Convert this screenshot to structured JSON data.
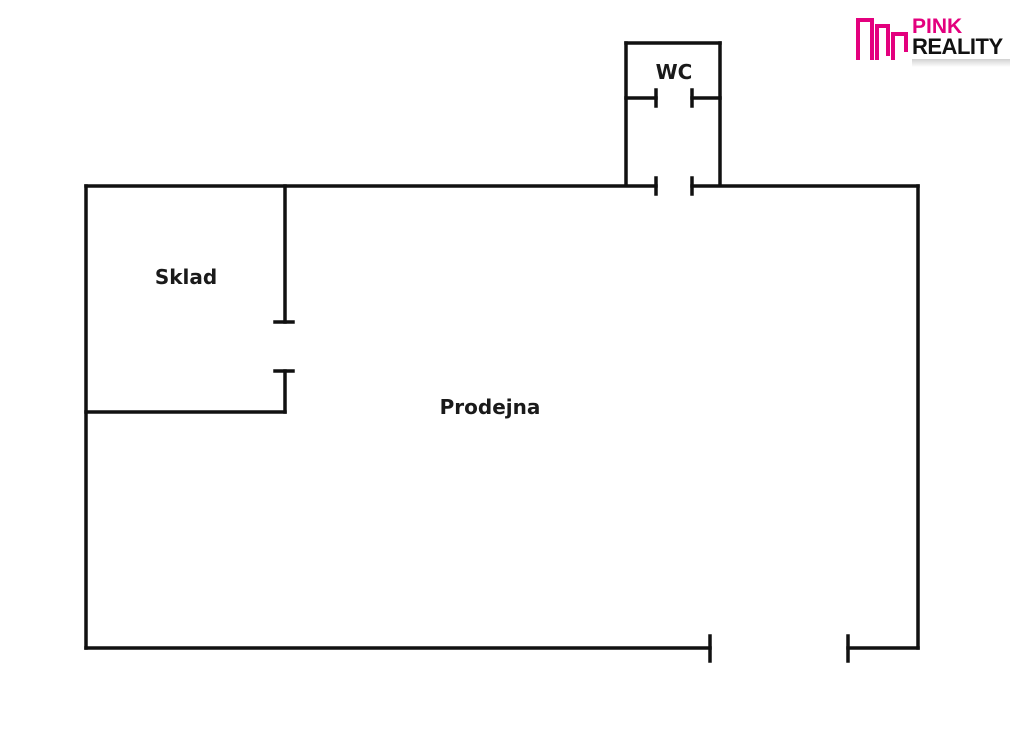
{
  "rooms": {
    "wc": "WC",
    "sklad": "Sklad",
    "prodejna": "Prodejna"
  },
  "logo": {
    "word_pink": "PINK",
    "word_reality": "REALITY",
    "brand_color": "#e3007e",
    "icon": "building-bars-icon"
  },
  "colors": {
    "wall": "#111111",
    "background": "#ffffff"
  }
}
